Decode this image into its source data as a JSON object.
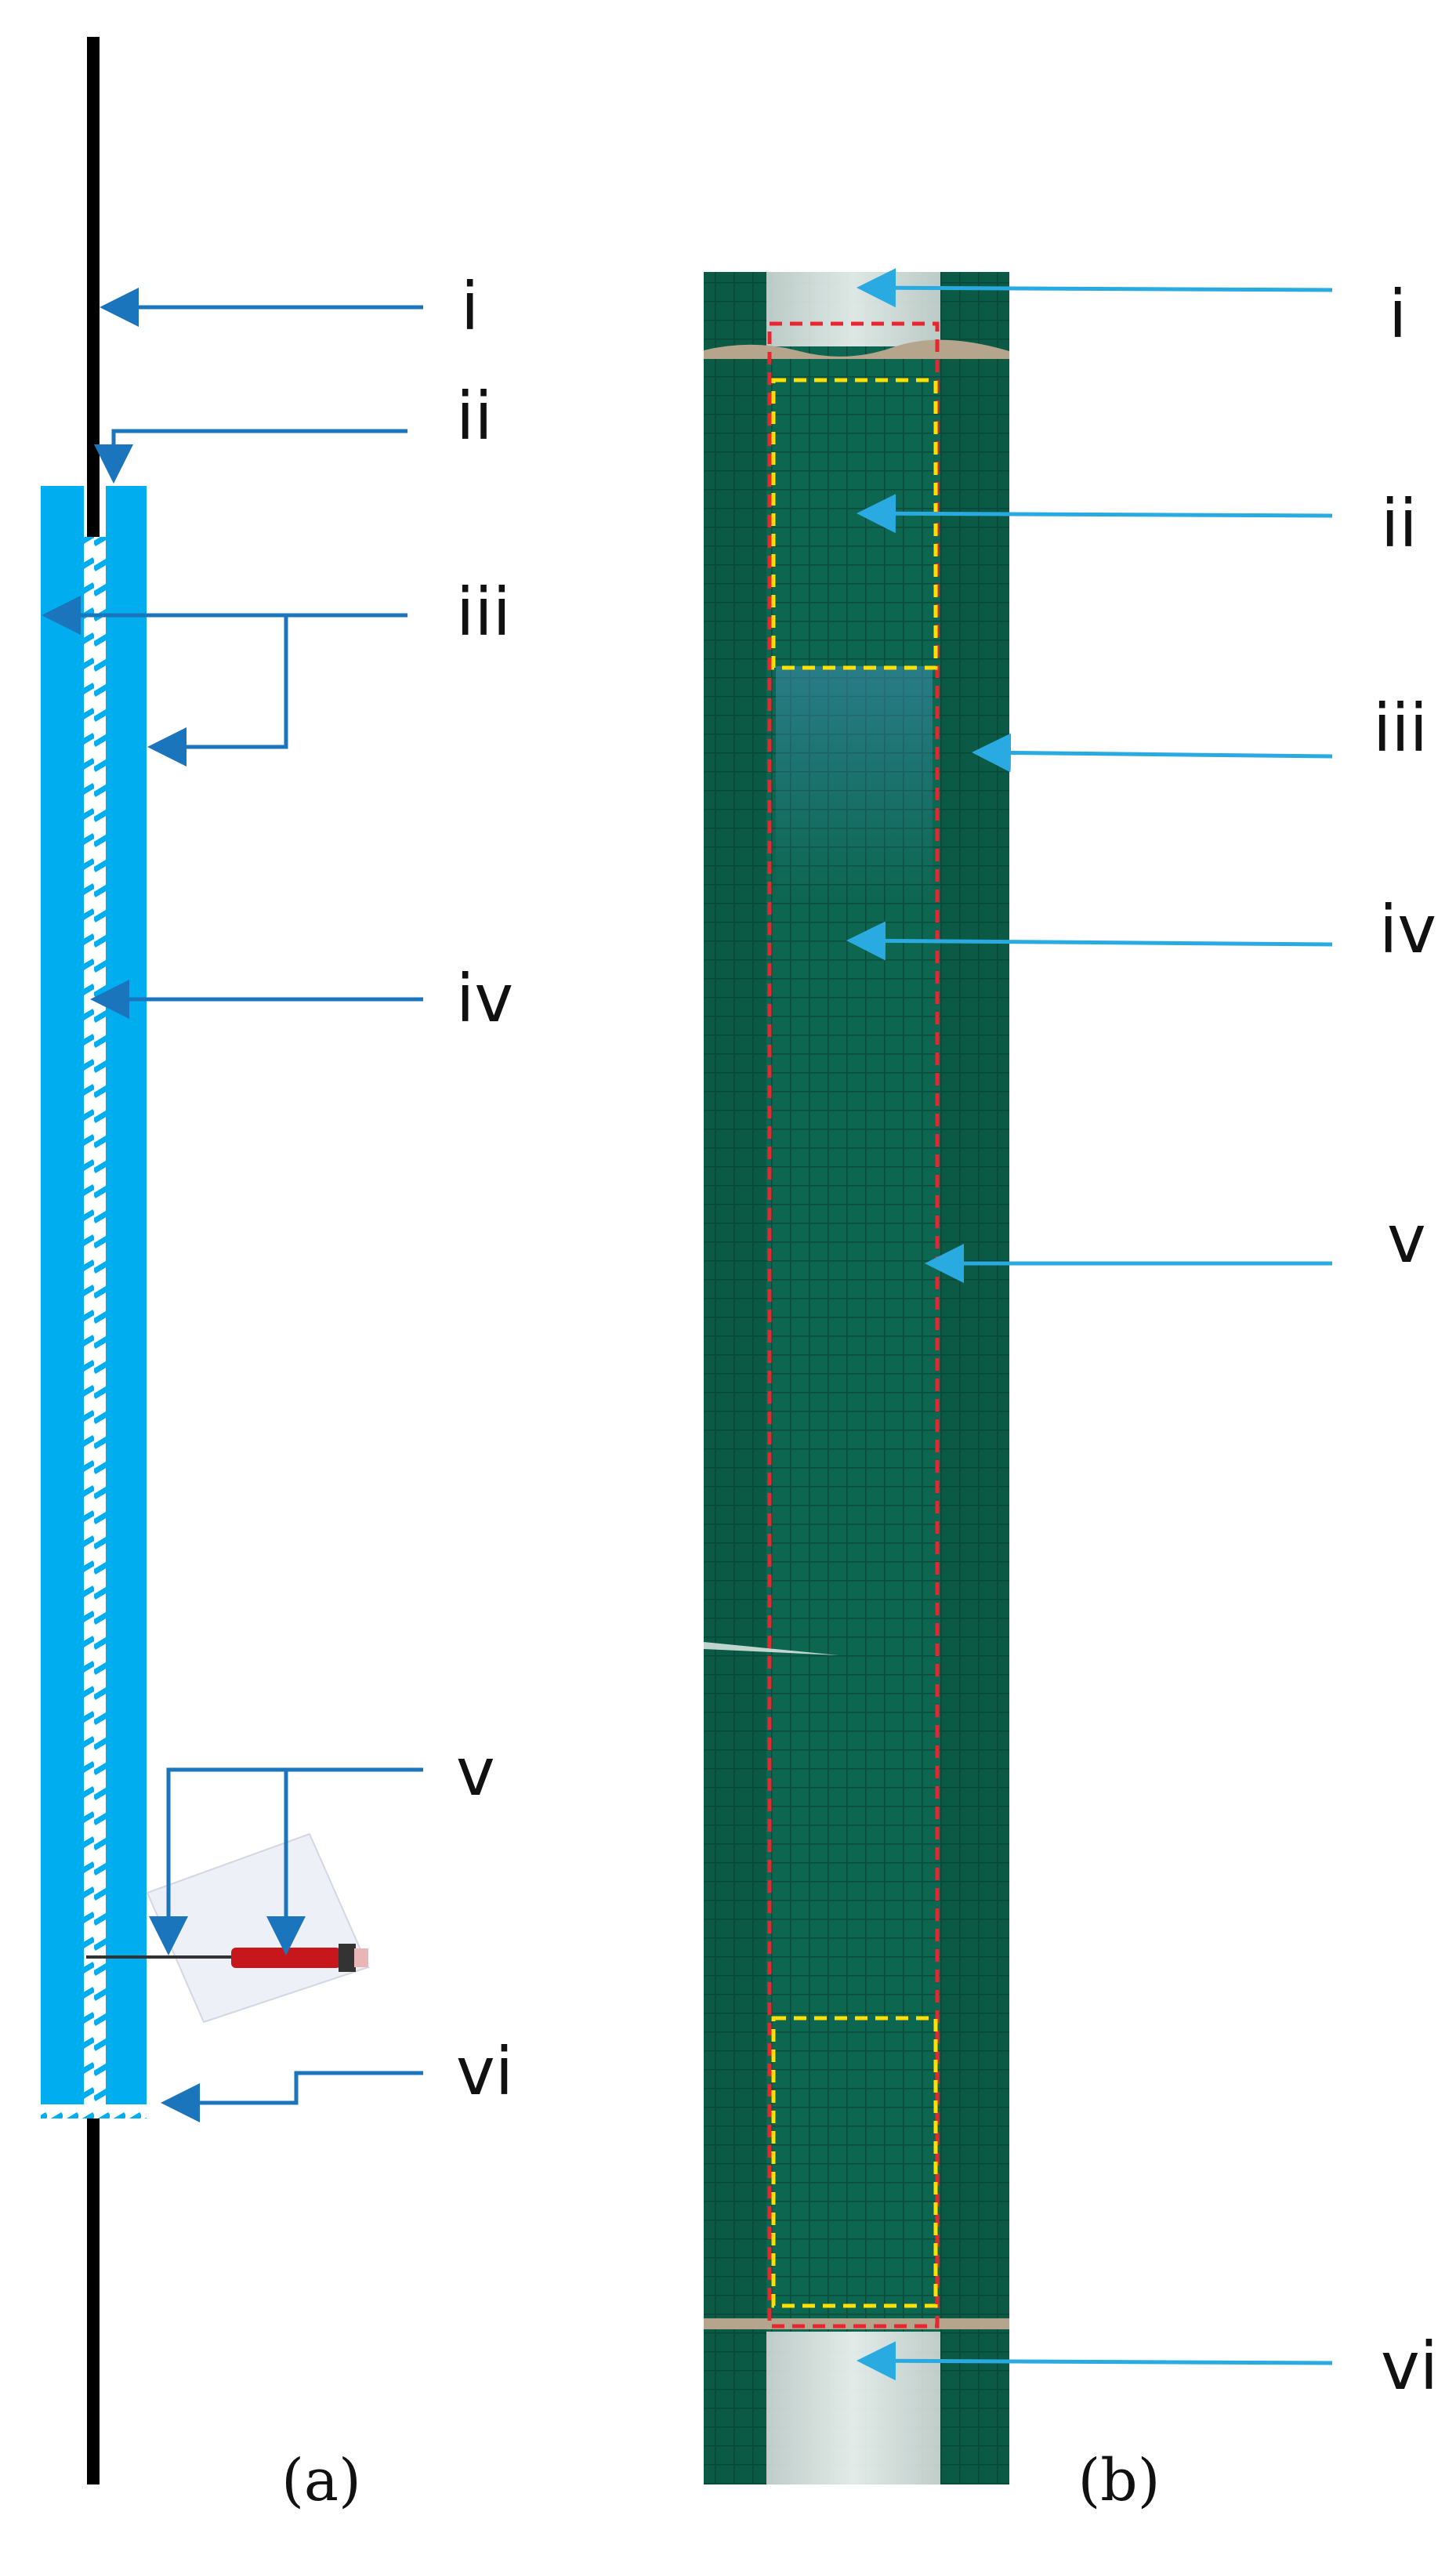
{
  "panel_a": {
    "caption": "(a)",
    "labels": [
      "i",
      "ii",
      "iii",
      "iv",
      "v",
      "vi"
    ],
    "colors": {
      "layer": "#00aeef",
      "rod": "#000000",
      "arrow": "#1b75bc"
    }
  },
  "panel_b": {
    "caption": "(b)",
    "labels": [
      "i",
      "ii",
      "iii",
      "iv",
      "v",
      "vi"
    ],
    "colors": {
      "background": "#0b5e4a",
      "arrow": "#29abe2",
      "outline_red": "#e8262f",
      "outline_yellow": "#ffe000"
    }
  }
}
